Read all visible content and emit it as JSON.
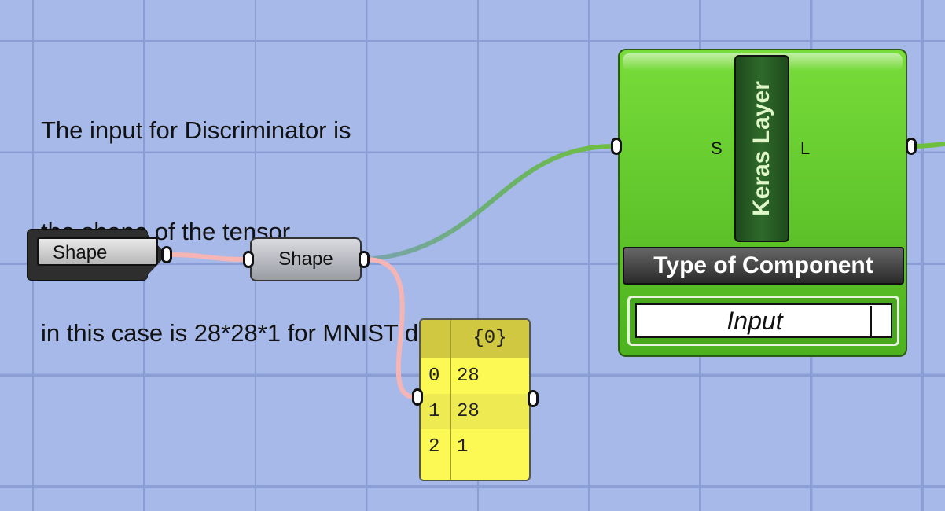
{
  "note": {
    "lines": [
      "The input for Discriminator is",
      "the shape of the tensor",
      "in this case is 28*28*1 for MNIST data"
    ]
  },
  "shape_param": {
    "label": "Shape"
  },
  "shape_component": {
    "label": "Shape"
  },
  "panel": {
    "header": "{0}",
    "rows": [
      {
        "index": "0",
        "value": "28"
      },
      {
        "index": "1",
        "value": "28"
      },
      {
        "index": "2",
        "value": "1"
      }
    ]
  },
  "keras_component": {
    "title": "Keras Layer",
    "input_pin": "S",
    "output_pin": "L",
    "type_label": "Type of Component",
    "value_list_selected": "Input"
  },
  "colors": {
    "canvas": "#a6b9e8",
    "grid_line": "#8c9fd6",
    "wire_pink": "#f6b5b5",
    "wire_green": "#6fbf3e",
    "panel_yellow": "#fdf954",
    "component_green": "#5cc42a"
  }
}
